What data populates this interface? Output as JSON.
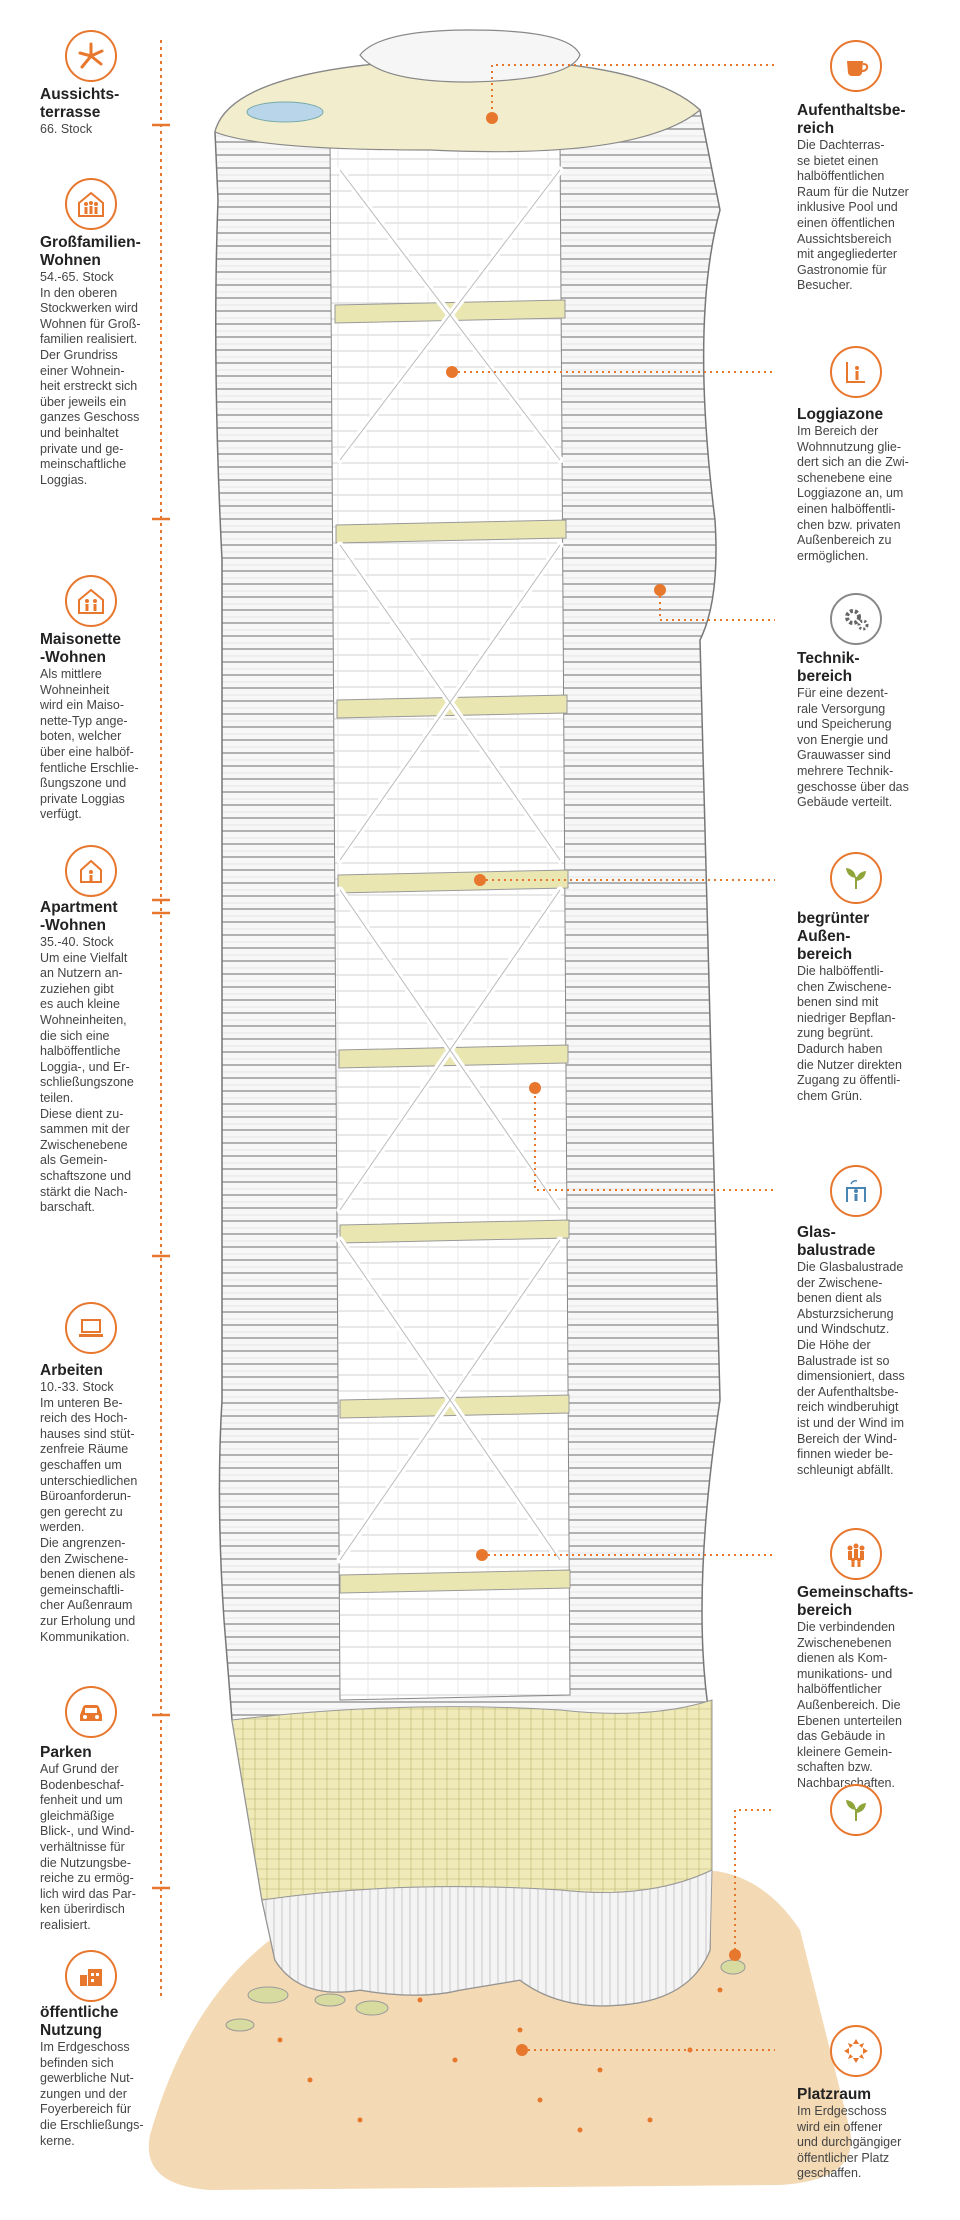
{
  "colors": {
    "accent": "#E8772E",
    "ground": "#F3D9B4",
    "zone": "#E9E6B2",
    "green": "#8FA53A",
    "blue": "#4A86B4",
    "line": "#555555"
  },
  "left": [
    {
      "icon": "binoculars-icon",
      "title": "Aussichts-\nterrasse",
      "text": "66. Stock"
    },
    {
      "icon": "large-family-icon",
      "title": "Großfamilien-\nWohnen",
      "text": "54.-65. Stock\nIn den oberen\nStockwerken wird\nWohnen für Groß-\nfamilien realisiert.\nDer Grundriss\neiner Wohnein-\nheit erstreckt sich\nüber jeweils ein\nganzes Geschoss\nund beinhaltet\nprivate und ge-\nmeinschaftliche\nLoggias."
    },
    {
      "icon": "family-house-icon",
      "title": "Maisonette\n-Wohnen",
      "text": "Als mittlere\nWohneinheit\nwird ein Maiso-\nnette-Typ ange-\nboten, welcher\nüber eine halböf-\nfentliche Erschlie-\nßungszone und\nprivate Loggias\nverfügt."
    },
    {
      "icon": "apartment-icon",
      "title": "Apartment\n-Wohnen",
      "text": "35.-40. Stock\nUm eine Vielfalt\nan Nutzern an-\nzuziehen gibt\nes auch kleine\nWohneinheiten,\ndie sich eine\nhalböffentliche\nLoggia-, und Er-\nschließungszone\nteilen.\nDiese dient zu-\nsammen mit der\nZwischenebene\nals Gemein-\nschaftszone und\nstärkt die Nach-\nbarschaft."
    },
    {
      "icon": "laptop-icon",
      "title": "Arbeiten",
      "text": "10.-33. Stock\nIm unteren Be-\nreich des Hoch-\nhauses sind stüt-\nzenfreie Räume\ngeschaffen um\nunterschiedlichen\nBüroanforderun-\ngen gerecht zu\nwerden.\nDie angrenzen-\nden Zwischene-\nbenen dienen als\ngemeinschaftli-\ncher Außenraum\nzur Erholung und\nKommunikation."
    },
    {
      "icon": "car-icon",
      "title": "Parken",
      "text": "Auf Grund der\nBodenbeschaf-\nfenheit und um\ngleichmäßige\nBlick-, und Wind-\nverhältnisse für\ndie Nutzungsbe-\nreiche zu ermög-\nlich wird das Par-\nken überirdisch\nrealisiert."
    },
    {
      "icon": "shop-icon",
      "title": "öffentliche\nNutzung",
      "text": "Im Erdgeschoss\nbefinden sich\ngewerbliche Nut-\nzungen und der\nFoyerbereich für\ndie Erschließungs-\nkerne."
    }
  ],
  "right": [
    {
      "icon": "cup-icon",
      "title": "Aufenthaltsbe-\nreich",
      "text": "Die Dachterras-\nse bietet einen\nhalböffentlichen\nRaum für die Nutzer\ninklusive Pool und\neinen öffentlichen\nAussichtsbereich\nmit angegliederter\nGastronomie für\nBesucher."
    },
    {
      "icon": "loggia-icon",
      "title": "Loggiazone",
      "text": "Im Bereich der\nWohnnutzung glie-\ndert sich an die Zwi-\nschenebene eine\nLoggiazone an, um\neinen halböffentli-\nchen bzw. privaten\nAußenbereich zu\nermöglichen."
    },
    {
      "icon": "gear-icon",
      "title": "Technik-\nbereich",
      "text": "Für eine dezent-\nrale Versorgung\nund Speicherung\nvon Energie und\nGrauwasser sind\nmehrere Technik-\ngeschosse über das\nGebäude verteilt."
    },
    {
      "icon": "plant-icon",
      "title": "begrünter\nAußen-\nbereich",
      "text": "Die halböffentli-\nchen Zwischene-\nbenen sind mit\nniedriger Bepflan-\nzung begrünt.\nDadurch haben\ndie Nutzer direkten\nZugang zu öffentli-\nchem Grün."
    },
    {
      "icon": "glass-railing-icon",
      "title": "Glas-\nbalustrade",
      "text": "Die Glasbalustrade\nder Zwischene-\nbenen dient als\nAbsturzsicherung\nund Windschutz.\nDie Höhe der\nBalustrade ist so\ndimensioniert, dass\nder Aufenthaltsbe-\nreich windberuhigt\nist und der Wind im\nBereich der Wind-\nfinnen wieder be-\nschleunigt abfällt."
    },
    {
      "icon": "community-icon",
      "title": "Gemeinschafts-\nbereich",
      "text": "Die verbindenden\nZwischenebenen\ndienen als Kom-\nmunikations- und\nhalböffentlicher\nAußenbereich. Die\nEbenen unterteilen\ndas Gebäude in\nkleinere Gemein-\nschaften bzw.\nNachbarschaften."
    },
    {
      "icon": "plant-icon",
      "title": "",
      "text": ""
    },
    {
      "icon": "plaza-arrows-icon",
      "title": "Platzraum",
      "text": "Im Erdgeschoss\nwird ein offener\nund durchgängiger\nöffentlicher Platz\ngeschaffen."
    }
  ]
}
